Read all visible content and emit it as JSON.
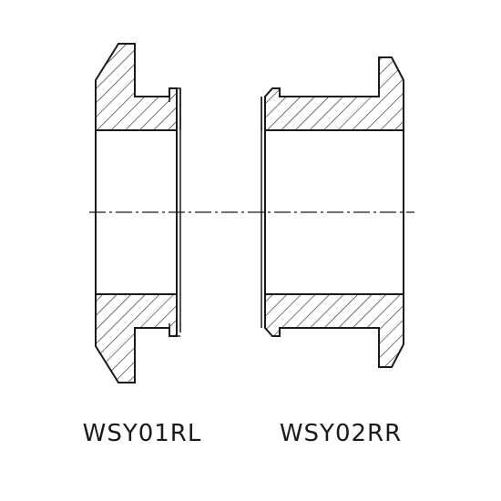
{
  "drawing": {
    "line_color": "#1a1a1a",
    "background": "#ffffff",
    "parts": [
      {
        "id": "left",
        "label": "WSY01RL"
      },
      {
        "id": "right",
        "label": "WSY02RR"
      }
    ]
  }
}
